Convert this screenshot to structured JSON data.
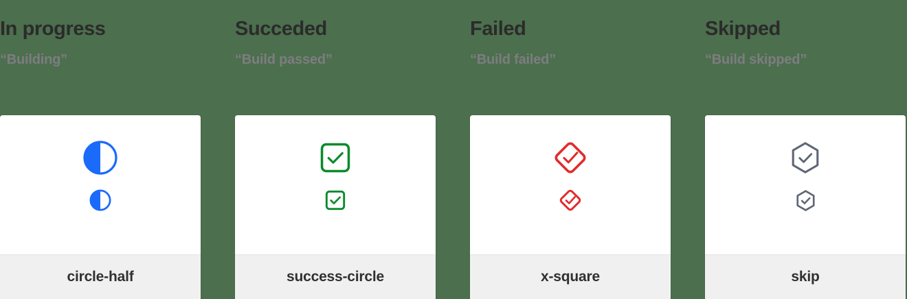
{
  "page": {
    "background_color": "#4c6f4e"
  },
  "columns": [
    {
      "title": "In progress",
      "subtitle": "“Building”",
      "icon_name": "circle-half",
      "icon_semantic": "circle-half-icon",
      "icon_color": "#1a6bfa"
    },
    {
      "title": "Succeded",
      "subtitle": "“Build passed”",
      "icon_name": "success-circle",
      "icon_semantic": "success-circle-icon",
      "icon_color": "#0c8a2c"
    },
    {
      "title": "Failed",
      "subtitle": "“Build failed”",
      "icon_name": "x-square",
      "icon_semantic": "x-square-icon",
      "icon_color": "#e32b2b"
    },
    {
      "title": "Skipped",
      "subtitle": "“Build skipped”",
      "icon_name": "skip",
      "icon_semantic": "skip-icon",
      "icon_color": "#5f6674"
    }
  ]
}
